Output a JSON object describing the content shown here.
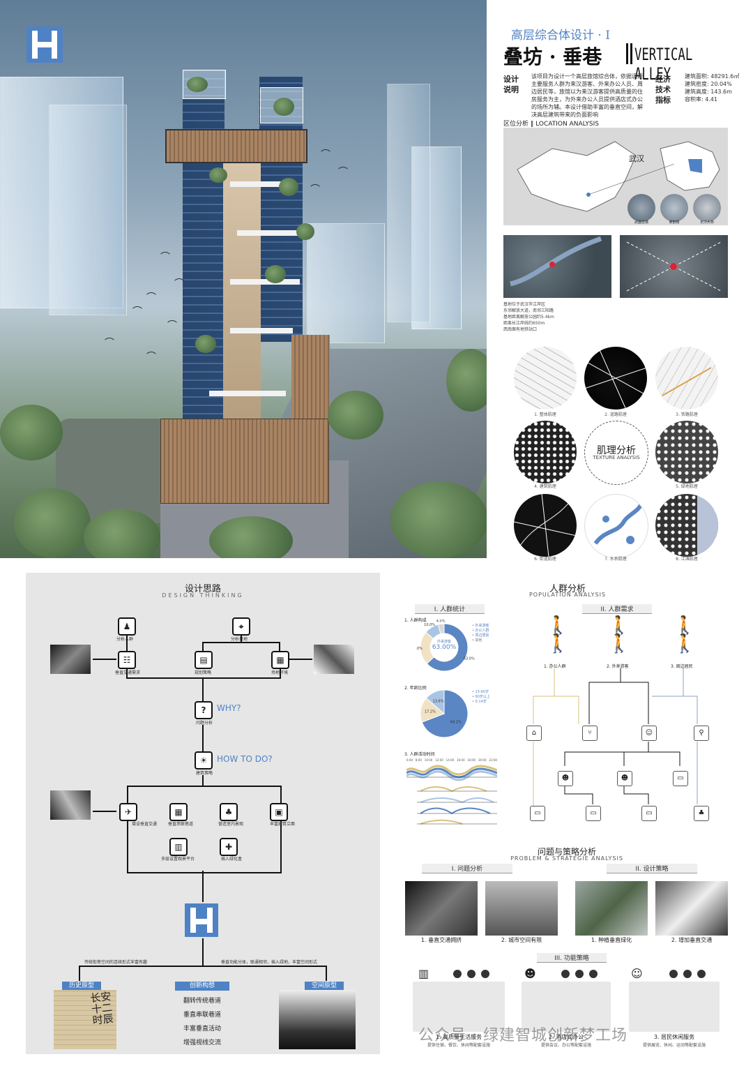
{
  "header": {
    "project_series": "高层综合体设计 · I",
    "title_cn": "叠坊 · 垂巷",
    "title_en": "VERTICAL ALLEY",
    "design_label": "设计说明",
    "design_text": "该项目为设计一个高层旅馆综合体，依据调研主要服务人群为来汉游客、外来办公人员、周边居民等，旅馆以为来汉游客提供高质量的住房服务为主，为外来办公人员提供酒店式办公的场所为辅。本设计借助丰富的垂直空间，解决高层建筑带来的负面影响",
    "econ_label": "经济技术指标",
    "econ_items": [
      "建筑面积: 48291.6㎡",
      "建筑密度: 20.04%",
      "建筑高度: 143.6m",
      "容积率: 4.41"
    ]
  },
  "location": {
    "heading": "区位分析 ‖ LOCATION ANALYSIS",
    "city_label": "武汉",
    "thumb_caption_1": "武昌古城",
    "thumb_caption_2": "黄鹤楼",
    "thumb_caption_3": "长江大桥",
    "notes": [
      "基地位于武汉市江岸区",
      "东邻解放大道，南邻三阳路",
      "基地距离解放公园约5.4km",
      "距离长江岸线约650m",
      "西南面有地铁站口"
    ]
  },
  "texture": {
    "title_cn": "肌理分析",
    "title_en": "TEXTURE ANALYSIS",
    "captions": [
      "1. 整体肌理",
      "2. 道路肌理",
      "3. 铁路肌理",
      "4. 建筑肌理",
      "5. 绿地肌理",
      "6. 街道肌理",
      "7. 水系肌理",
      "8. 江滩肌理"
    ]
  },
  "design_thinking": {
    "title_cn": "设计思路",
    "title_en": "DESIGN THINKING",
    "node_crowd": "分析人群",
    "node_site": "分析基地",
    "node_traffic_need": "垂直交通需求",
    "node_plan": "规划策略",
    "node_site_env": "场地环境",
    "why": "WHY?",
    "node_problem": "问题分析",
    "how": "HOW TO DO?",
    "node_strategy": "建筑策略",
    "s1": "增设垂直交通",
    "s2": "垂直串联巷道",
    "s3": "营造室内景观",
    "s4": "丰富建筑立面",
    "s5": "多层设置观景平台",
    "s6": "插入绿化盒",
    "bottom_left_note": "传统街巷空间的连续形式丰富有趣",
    "bottom_right_note": "垂直功能分体，联通相邻，插入绿地，丰富空间形式",
    "tag_history": "历史原型",
    "tag_innovation": "创新构想",
    "tag_space": "空间原型",
    "innovation_items": [
      "翻转传统巷道",
      "垂直串联巷道",
      "丰富垂直活动",
      "增强视线交流"
    ],
    "calligraphy": "长安十二时辰"
  },
  "population": {
    "title_cn": "人群分析",
    "title_en": "POPULATION ANALYSIS",
    "sec1": "I. 人群统计",
    "sec2": "II. 人群需求",
    "chart1_title": "1. 人群构成",
    "chart1_center_label": "外来游客",
    "chart1_center_value": "63.00%",
    "chart2_title": "2. 年龄比例",
    "chart3_title": "3. 人群活动时间",
    "time_ticks": [
      "6:00",
      "8:00",
      "10:00",
      "12:00",
      "14:00",
      "16:00",
      "18:00",
      "20:00",
      "22:00"
    ],
    "group1": "1. 办公人群",
    "group2": "2. 外来游客",
    "group3": "3. 周边居民"
  },
  "chart_data": [
    {
      "type": "pie",
      "title": "1. 人群构成",
      "categories": [
        "外来游客",
        "办公人群",
        "周边居民",
        "其他"
      ],
      "values": [
        63.0,
        23.0,
        10.0,
        4.0
      ],
      "colors": [
        "#5b86c4",
        "#f1e2c4",
        "#aac4e3",
        "#d8d8d8"
      ]
    },
    {
      "type": "pie",
      "title": "2. 年龄比例",
      "categories": [
        "15-60岁",
        "60岁以上",
        "0-14岁"
      ],
      "values": [
        69.2,
        17.2,
        13.6
      ],
      "colors": [
        "#5b86c4",
        "#f1e2c4",
        "#aac4e3"
      ]
    }
  ],
  "problems": {
    "title_cn": "问题与策略分析",
    "title_en": "PROBLEM & STRATEGIE ANALYSIS",
    "sec1": "I. 问题分析",
    "sec2": "II. 设计策略",
    "sec3": "III. 功能策略",
    "p1": "1. 垂直交通拥挤",
    "p2": "2. 城市空间有限",
    "p3": "1. 种植垂直绿化",
    "p4": "2. 增加垂直交通",
    "f1": "1. 高质量生活服务",
    "f2": "2. 酒店式办公",
    "f3": "3. 居民休闲服务",
    "f1_sub": "提供住宿、餐饮、休闲等配套设施",
    "f2_sub": "提供会议、办公等配套设施",
    "f3_sub": "提供展览、休闲、运动等配套设施"
  },
  "watermark": "公众号 · 绿建智城创新梦工场"
}
